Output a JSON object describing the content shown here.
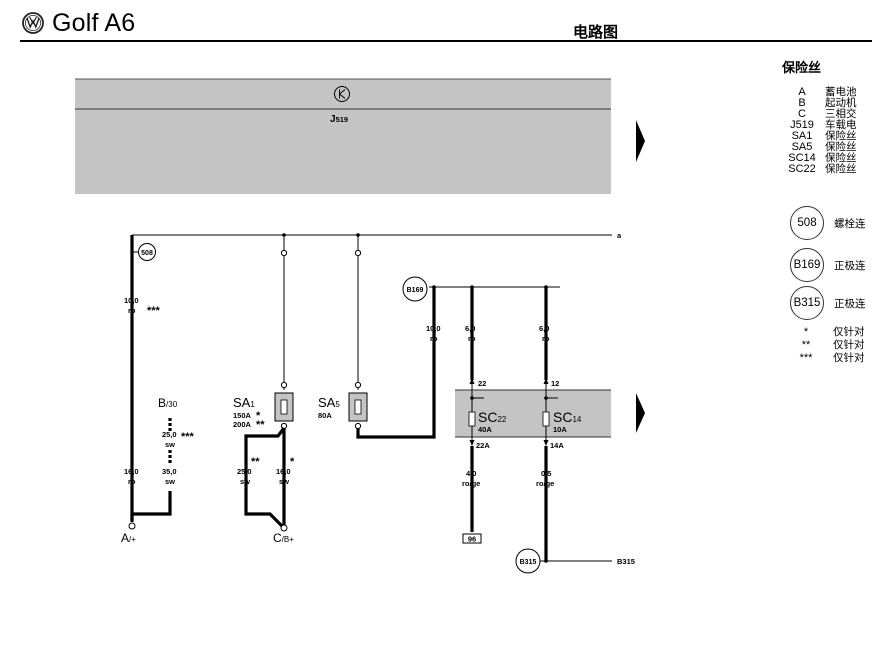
{
  "header": {
    "model": "Golf A6",
    "doc_title": "电路图"
  },
  "diagram": {
    "relay_module": {
      "label": "J519"
    },
    "top_line": {
      "end_label": "a"
    },
    "connectors": {
      "c508": "508",
      "cB169": "B169",
      "cB315": "B315"
    },
    "wires": {
      "w1": {
        "size": "10,0",
        "color": "ro",
        "mark": "***"
      },
      "w2": {
        "size": "16,0",
        "color": "ro"
      },
      "w3": {
        "size": "25,0",
        "color": "sw",
        "mark": "***"
      },
      "w4": {
        "size": "35,0",
        "color": "sw"
      },
      "w5": {
        "size": "25,0",
        "color": "sw",
        "mark": "**"
      },
      "w6": {
        "size": "16,0",
        "color": "sw",
        "mark": "*"
      },
      "w7": {
        "size": "10,0",
        "color": "ro"
      },
      "w8": {
        "size": "6,0",
        "color": "ro"
      },
      "w9": {
        "size": "6,0",
        "color": "ro"
      },
      "w10": {
        "size": "4,0",
        "color": "ro/ge"
      },
      "w11": {
        "size": "0,5",
        "color": "ro/ge"
      }
    },
    "components": {
      "B": {
        "label": "B",
        "sub": "/30"
      },
      "A": {
        "label": "A",
        "sub": "/+"
      },
      "C": {
        "label": "C",
        "sub": "/B+"
      },
      "SA1": {
        "label": "SA",
        "sub": "1",
        "rating1": "150A",
        "mark1": "*",
        "rating2": "200A",
        "mark2": "**"
      },
      "SA5": {
        "label": "SA",
        "sub": "5",
        "rating": "80A"
      },
      "SC22": {
        "label": "SC",
        "sub": "22",
        "rating": "40A",
        "pin_in": "22",
        "pin_out": "22A"
      },
      "SC14": {
        "label": "SC",
        "sub": "14",
        "rating": "10A",
        "pin_in": "12",
        "pin_out": "14A"
      }
    },
    "ref_96": "96",
    "b315_line_label": "B315"
  },
  "legend": {
    "title": "保险丝",
    "items": [
      {
        "code": "A",
        "desc": "蓄电池"
      },
      {
        "code": "B",
        "desc": "起动机"
      },
      {
        "code": "C",
        "desc": "三相交"
      },
      {
        "code": "J519",
        "desc": "车载电"
      },
      {
        "code": "SA1",
        "desc": "保险丝"
      },
      {
        "code": "SA5",
        "desc": "保险丝"
      },
      {
        "code": "SC14",
        "desc": "保险丝"
      },
      {
        "code": "SC22",
        "desc": "保险丝"
      }
    ],
    "circles": [
      {
        "code": "508",
        "desc": "螺栓连"
      },
      {
        "code": "B169",
        "desc": "正极连"
      },
      {
        "code": "B315",
        "desc": "正极连"
      }
    ],
    "notes": [
      {
        "mark": "*",
        "desc": "仅针对"
      },
      {
        "mark": "**",
        "desc": "仅针对"
      },
      {
        "mark": "***",
        "desc": "仅针对"
      }
    ]
  },
  "colors": {
    "module_fill": "#c4c4c4",
    "wire": "#000000"
  }
}
